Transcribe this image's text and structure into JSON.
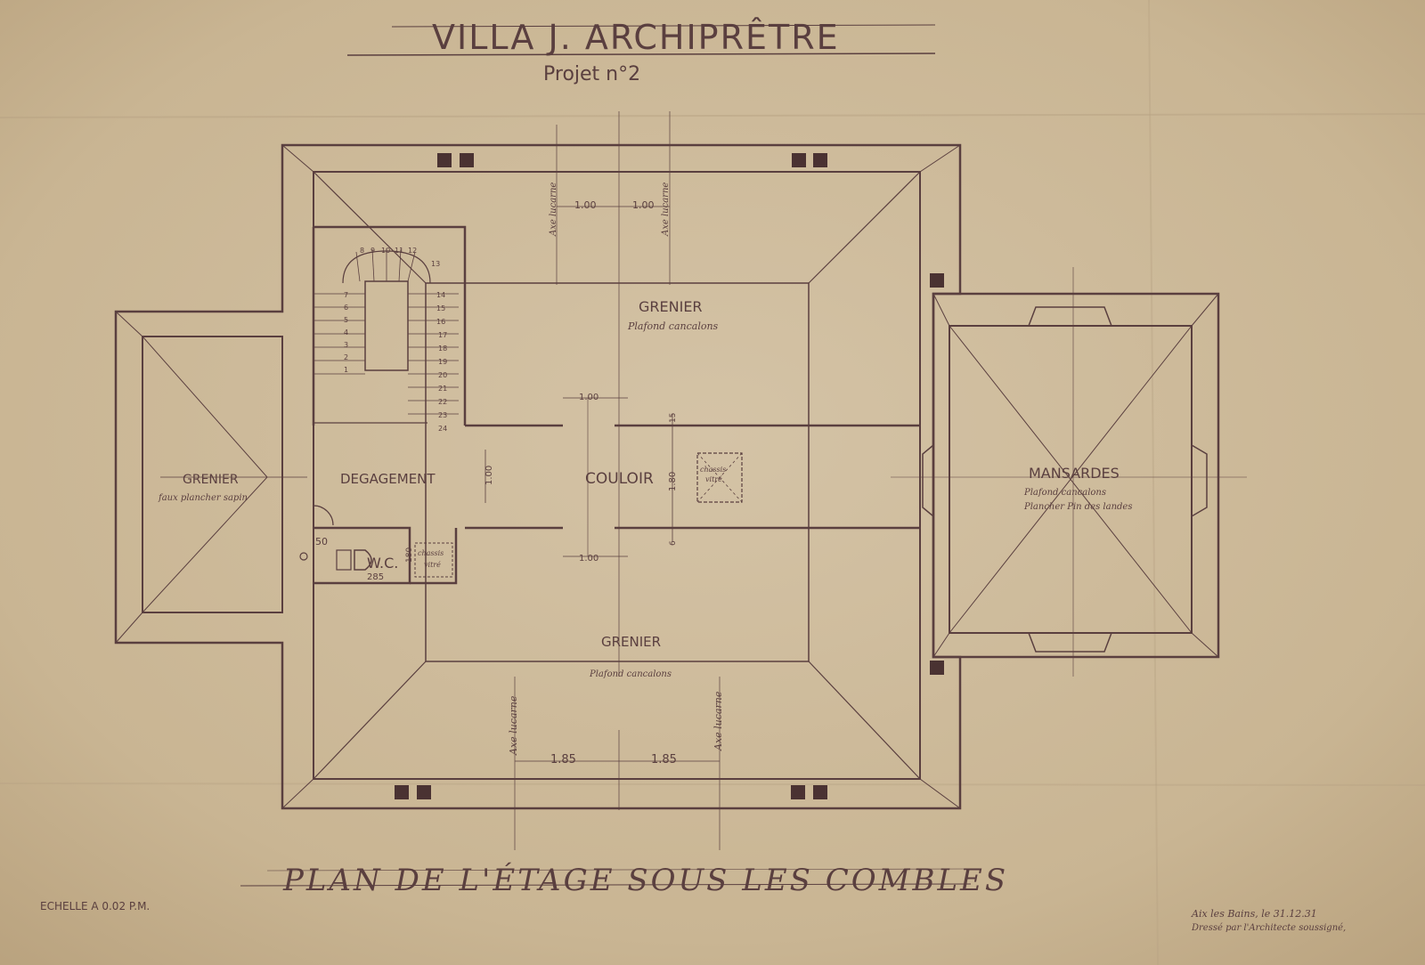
{
  "title": "VILLA J. ARCHIPRÊTRE",
  "subtitle": "Projet n°2",
  "plan_title": "PLAN DE L'ÉTAGE SOUS LES COMBLES",
  "scale": "ECHELLE A 0.02 P.M.",
  "signature": {
    "line1": "Aix les Bains, le 31.12.31",
    "line2": "Dressé par l'Architecte soussigné,"
  },
  "rooms": {
    "grenier_top": {
      "name": "GRENIER",
      "note": "Plafond cancalons"
    },
    "grenier_bottom": {
      "name": "GRENIER",
      "note": "Plafond cancalons"
    },
    "grenier_left": {
      "name": "GRENIER",
      "note": "faux plancher sapin"
    },
    "degagement": {
      "name": "DEGAGEMENT"
    },
    "couloir": {
      "name": "COULOIR"
    },
    "mansardes": {
      "name": "MANSARDES",
      "note1": "Plafond cancalons",
      "note2": "Plancher Pin des landes"
    },
    "wc": {
      "name": "W.C."
    },
    "chassis": {
      "line1": "chassis",
      "line2": "vitré"
    },
    "chassis_wc": {
      "line1": "chassis",
      "line2": "vitré"
    }
  },
  "axes": {
    "top_left": "Axe lucarne",
    "top_right": "Axe lucarne",
    "bottom_left": "Axe lucarne",
    "bottom_right": "Axe lucarne"
  },
  "dimensions": {
    "top_a": "1.00",
    "top_b": "1.00",
    "bottom_a": "1.85",
    "bottom_b": "1.85",
    "couloir_top": "1.00",
    "couloir_bottom": "1.00",
    "couloir_width": "1.80",
    "degagement_width": "1.00",
    "d15": "15",
    "d6": "6",
    "wc_50": "50",
    "wc_285": "285",
    "wc_180": "180"
  },
  "stair_numbers": [
    "1",
    "2",
    "3",
    "4",
    "5",
    "6",
    "7",
    "8",
    "9",
    "10",
    "11",
    "12",
    "13",
    "14",
    "15",
    "16",
    "17",
    "18",
    "19",
    "20",
    "21",
    "22",
    "23",
    "24"
  ]
}
